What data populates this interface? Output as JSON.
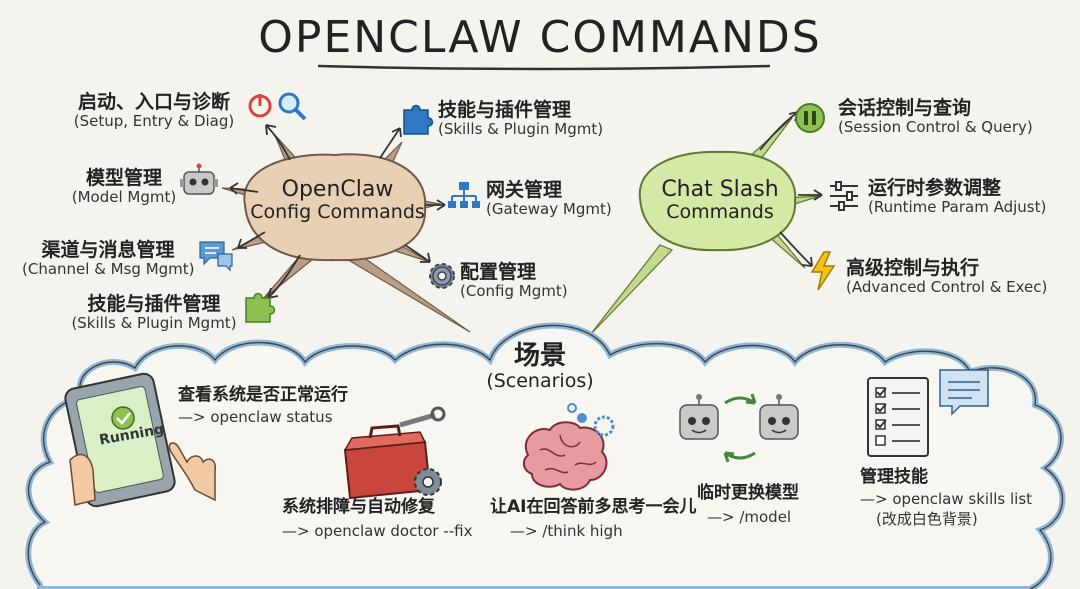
{
  "title": "OPENCLAW COMMANDS",
  "hubs": {
    "config": {
      "line1": "OpenClaw",
      "line2": "Config Commands"
    },
    "chat": {
      "line1": "Chat Slash",
      "line2": "Commands"
    },
    "scenarios": {
      "line1": "场景",
      "line2": "(Scenarios)"
    }
  },
  "config_branches": [
    {
      "cn": "启动、入口与诊断",
      "en": "(Setup, Entry & Diag)",
      "icon": "power-search-icon"
    },
    {
      "cn": "模型管理",
      "en": "(Model Mgmt)",
      "icon": "robot-icon"
    },
    {
      "cn": "渠道与消息管理",
      "en": "(Channel & Msg Mgmt)",
      "icon": "chat-bubble-icon"
    },
    {
      "cn": "技能与插件管理",
      "en": "(Skills & Plugin Mgmt)",
      "icon": "puzzle-green-icon"
    },
    {
      "cn": "技能与插件管理",
      "en": "(Skills & Plugin Mgmt)",
      "icon": "puzzle-blue-icon"
    },
    {
      "cn": "网关管理",
      "en": "(Gateway Mgmt)",
      "icon": "network-icon"
    },
    {
      "cn": "配置管理",
      "en": "(Config Mgmt)",
      "icon": "gear-icon"
    }
  ],
  "chat_branches": [
    {
      "cn": "会话控制与查询",
      "en": "(Session Control & Query)",
      "icon": "pause-icon"
    },
    {
      "cn": "运行时参数调整",
      "en": "(Runtime Param Adjust)",
      "icon": "sliders-icon"
    },
    {
      "cn": "高级控制与执行",
      "en": "(Advanced Control & Exec)",
      "icon": "lightning-icon"
    }
  ],
  "scenarios": [
    {
      "desc": "查看系统是否正常运行",
      "cmd": "—> openclaw status",
      "badge": "Running",
      "icon": "tablet-icon"
    },
    {
      "desc": "系统排障与自动修复",
      "cmd": "—> openclaw doctor --fix",
      "icon": "toolbox-icon"
    },
    {
      "desc": "让AI在回答前多思考一会儿",
      "cmd": "—> /think high",
      "icon": "brain-icon"
    },
    {
      "desc": "临时更换模型",
      "cmd": "—> /model",
      "icon": "swap-robots-icon"
    },
    {
      "desc": "管理技能",
      "cmd": "—> openclaw skills list",
      "note": "(改成白色背景)",
      "icon": "checklist-icon"
    }
  ],
  "colors": {
    "config_hub": "#e7d0b4",
    "chat_hub": "#d5e8a6",
    "cloud_fill": "#f8f6f0",
    "cloud_edge": "#8fb7d8",
    "accent_blue": "#2f78c4",
    "accent_green": "#6aa63a",
    "accent_red": "#d6453b",
    "accent_yellow": "#f2c21b"
  }
}
